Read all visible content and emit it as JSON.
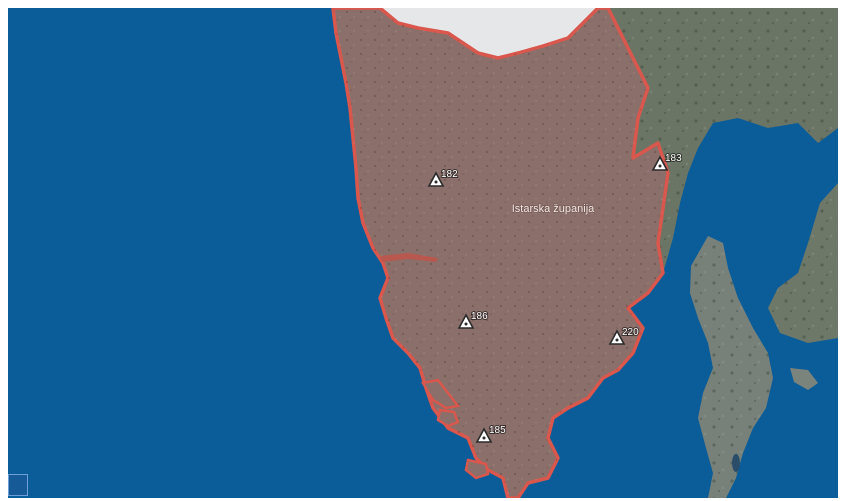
{
  "map": {
    "region_label": "Istarska županija",
    "colors": {
      "sea": "#0b5d99",
      "region_fill": "#8a6f6a",
      "region_outline": "#d9574c",
      "land": "#6f7a6b",
      "cloud": "#e6e7e8"
    },
    "markers": [
      {
        "id": "182",
        "label": "182",
        "icon": "triangle-dot-icon"
      },
      {
        "id": "183",
        "label": "183",
        "icon": "triangle-dot-icon"
      },
      {
        "id": "186",
        "label": "186",
        "icon": "triangle-dot-icon"
      },
      {
        "id": "220",
        "label": "220",
        "icon": "triangle-dot-icon"
      },
      {
        "id": "185",
        "label": "185",
        "icon": "triangle-dot-icon"
      }
    ]
  }
}
